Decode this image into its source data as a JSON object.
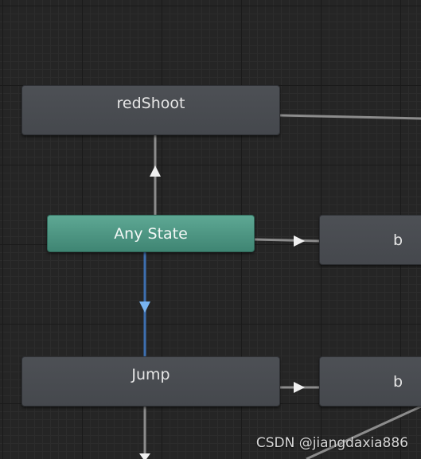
{
  "graph": {
    "states": {
      "red_shoot": "redShoot",
      "any_state": "Any State",
      "jump": "Jump",
      "offscreen_upper": "b",
      "offscreen_lower": "b"
    },
    "colors": {
      "canvas_background": "#252525",
      "state_node": "#4a4d52",
      "any_state_node": "#4f9784",
      "transition_line": "#8c8c8c",
      "transition_arrow": "#f0f0f0",
      "selected_transition": "#3d6fb0",
      "selected_arrow": "#78b4f0"
    }
  },
  "watermark": "CSDN @jiangdaxia886"
}
